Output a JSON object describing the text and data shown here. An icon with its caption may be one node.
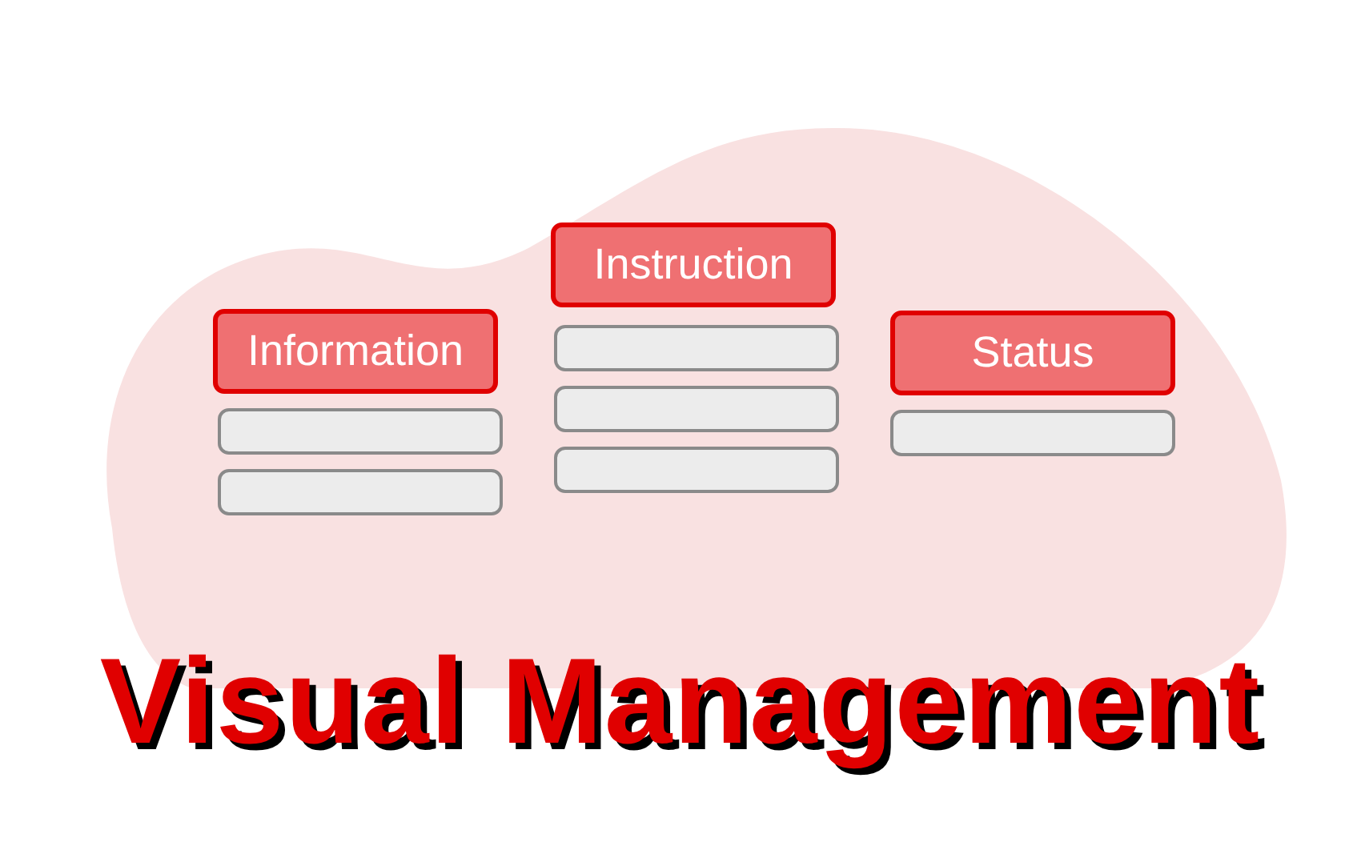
{
  "diagram": {
    "title": "Visual Management",
    "nodes": [
      {
        "text": [
          "Information"
        ]
      },
      {
        "text": [],
        "shape": "box"
      },
      {
        "text": [],
        "shape": "box"
      },
      {
        "text": [
          "Instruction"
        ]
      },
      {
        "text": [],
        "shape": "box"
      },
      {
        "text": [],
        "shape": "box"
      },
      {
        "text": [],
        "shape": "box"
      },
      {
        "text": [
          "Status"
        ]
      },
      {
        "text": [],
        "shape": "box"
      }
    ],
    "edges": []
  }
}
